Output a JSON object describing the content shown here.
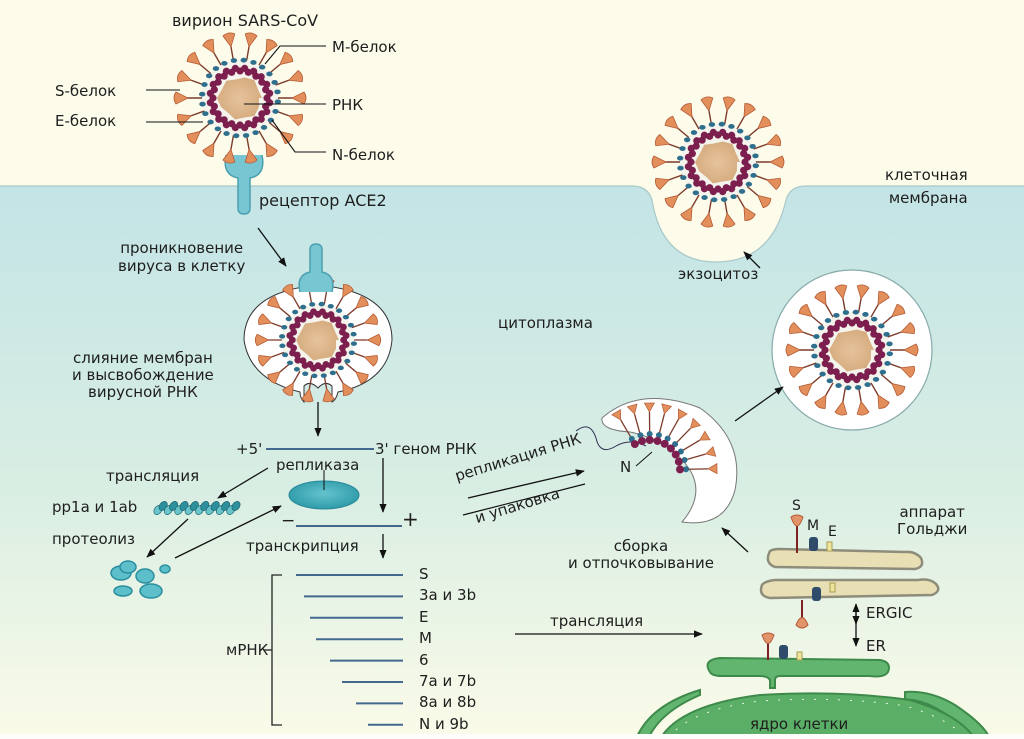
{
  "colors": {
    "outside": "#fdfbea",
    "cytoplasm_top": "#c4e5e7",
    "cytoplasm_bottom": "#fbfbe9",
    "spike": "#e28f5c",
    "m_protein": "#2d6f8d",
    "nucleocapsid": "#7c1f4e",
    "rna_core": "#e2bf94",
    "receptor": "#6cc0cf",
    "rna_strand": "#44698f",
    "replicase": "#3aa8b6",
    "golgi": "#e6dcb0",
    "er_nucleus": "#5cb36a"
  },
  "virion": {
    "title": "вирион SARS-CoV",
    "labels": {
      "m_protein": "М-белок",
      "s_protein": "S-белок",
      "rna": "РНК",
      "e_protein": "Е-белок",
      "n_protein": "N-белок"
    }
  },
  "receptor_label": "рецептор ACE2",
  "membrane_label": "клеточная\nмембрана",
  "cytoplasm_label": "цитоплазма",
  "steps": {
    "entry": "проникновение\nвируса в клетку",
    "fusion": "слияние мембран\nи высвобождение\nвирусной РНК",
    "genome_plus5": "+5'",
    "genome_3": "3' геном РНК",
    "replicase": "репликаза",
    "translation": "трансляция",
    "pp1a": "pp1a и 1ab",
    "proteolysis": "протеолиз",
    "minus": "−",
    "plus": "+",
    "transcription": "транскрипция",
    "replication_packaging_1": "репликация РНК",
    "replication_packaging_2": "и упаковка",
    "assembly": "сборка\nи отпочковывание",
    "exocytosis": "экзоцитоз",
    "translation_2": "трансляция",
    "n_label": "N",
    "golgi": "аппарат\nГольджи",
    "ergic": "ERGIC",
    "er": "ER",
    "nucleus": "ядро клетки",
    "s": "S",
    "m": "M",
    "e": "E"
  },
  "mrna": {
    "label": "мРНК",
    "items": [
      "S",
      "3a и 3b",
      "E",
      "M",
      "6",
      "7a и 7b",
      "8a и 8b",
      "N и 9b"
    ]
  }
}
